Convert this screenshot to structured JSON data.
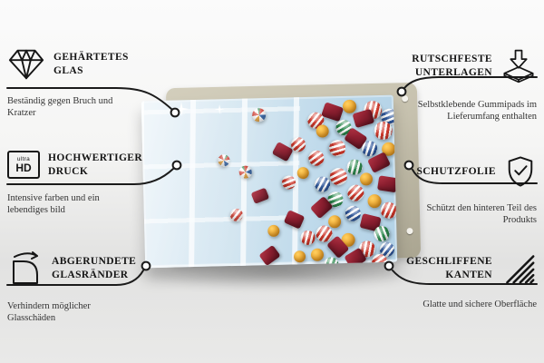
{
  "features": {
    "left": [
      {
        "icon": "diamond-icon",
        "title": "Gehärtetes Glas",
        "subtitle": "Beständig gegen Bruch und Kratzer"
      },
      {
        "icon": "ultra-hd-icon",
        "icon_text_top": "ultra",
        "icon_text_bottom": "HD",
        "title": "Hochwertiger Druck",
        "subtitle": "Intensive farben und ein lebendiges bild"
      },
      {
        "icon": "rounded-corner-icon",
        "title": "Abgerundete Glasränder",
        "subtitle": "Verhindern möglicher Glasschäden"
      }
    ],
    "right": [
      {
        "icon": "anti-slip-pad-icon",
        "title": "Rutschfeste Unterlagen",
        "subtitle": "Selbstklebende Gummipads im Lieferumfang enthalten"
      },
      {
        "icon": "shield-check-icon",
        "title": "Schutzfolie",
        "subtitle": "Schützt den hinteren Teil des Produkts"
      },
      {
        "icon": "polished-edges-icon",
        "title": "Geschliffene Kanten",
        "subtitle": "Glatte und sichere Oberfläche"
      }
    ]
  },
  "palette": {
    "line": "#1b1b1b",
    "board_beige": "#c6c1ae",
    "glass_blue": "#cfe3ef",
    "candy_red": "#cf382b",
    "candy_dark_red": "#8c1f30",
    "candy_blue": "#30589c",
    "candy_green": "#2e8b4f",
    "candy_orange": "#eda42c"
  },
  "candies": [
    [
      0,
      88,
      3,
      20,
      15
    ],
    [
      4,
      80,
      2,
      15,
      0
    ],
    [
      3,
      72,
      5,
      21,
      20
    ],
    [
      1,
      95,
      8,
      18,
      70
    ],
    [
      0,
      66,
      9,
      18,
      40
    ],
    [
      3,
      84,
      9,
      21,
      -15
    ],
    [
      2,
      77,
      14,
      17,
      60
    ],
    [
      0,
      92,
      16,
      20,
      10
    ],
    [
      4,
      69,
      17,
      14,
      0
    ],
    [
      3,
      81,
      21,
      21,
      35
    ],
    [
      0,
      74,
      26,
      18,
      75
    ],
    [
      1,
      87,
      27,
      17,
      20
    ],
    [
      4,
      95,
      28,
      15,
      0
    ],
    [
      0,
      66,
      32,
      17,
      55
    ],
    [
      3,
      90,
      36,
      21,
      -25
    ],
    [
      2,
      81,
      38,
      17,
      15
    ],
    [
      0,
      74,
      43,
      19,
      65
    ],
    [
      4,
      86,
      46,
      14,
      0
    ],
    [
      1,
      68,
      48,
      17,
      30
    ],
    [
      3,
      93,
      49,
      21,
      10
    ],
    [
      0,
      81,
      53,
      18,
      45
    ],
    [
      2,
      73,
      57,
      17,
      70
    ],
    [
      4,
      89,
      59,
      15,
      0
    ],
    [
      3,
      67,
      62,
      20,
      -40
    ],
    [
      0,
      94,
      64,
      18,
      25
    ],
    [
      1,
      80,
      66,
      17,
      60
    ],
    [
      4,
      73,
      71,
      14,
      0
    ],
    [
      3,
      86,
      72,
      21,
      15
    ],
    [
      0,
      68,
      77,
      18,
      35
    ],
    [
      2,
      91,
      78,
      17,
      -20
    ],
    [
      4,
      78,
      82,
      15,
      0
    ],
    [
      3,
      73,
      86,
      20,
      50
    ],
    [
      0,
      85,
      87,
      18,
      12
    ],
    [
      1,
      93,
      88,
      16,
      40
    ],
    [
      4,
      66,
      91,
      14,
      0
    ],
    [
      3,
      80,
      93,
      20,
      -30
    ],
    [
      0,
      90,
      95,
      17,
      55
    ],
    [
      2,
      71,
      96,
      16,
      20
    ],
    [
      5,
      44,
      6,
      15,
      10
    ],
    [
      3,
      52,
      28,
      19,
      30
    ],
    [
      0,
      59,
      24,
      16,
      50
    ],
    [
      5,
      38,
      40,
      14,
      -15
    ],
    [
      4,
      61,
      42,
      13,
      0
    ],
    [
      0,
      55,
      47,
      15,
      70
    ],
    [
      3,
      43,
      55,
      17,
      -20
    ],
    [
      0,
      34,
      66,
      14,
      40
    ],
    [
      3,
      56,
      69,
      19,
      25
    ],
    [
      4,
      49,
      76,
      13,
      0
    ],
    [
      0,
      62,
      80,
      16,
      15
    ],
    [
      3,
      46,
      90,
      19,
      -35
    ],
    [
      4,
      59,
      92,
      13,
      0
    ],
    [
      5,
      30,
      33,
      13,
      45
    ]
  ]
}
